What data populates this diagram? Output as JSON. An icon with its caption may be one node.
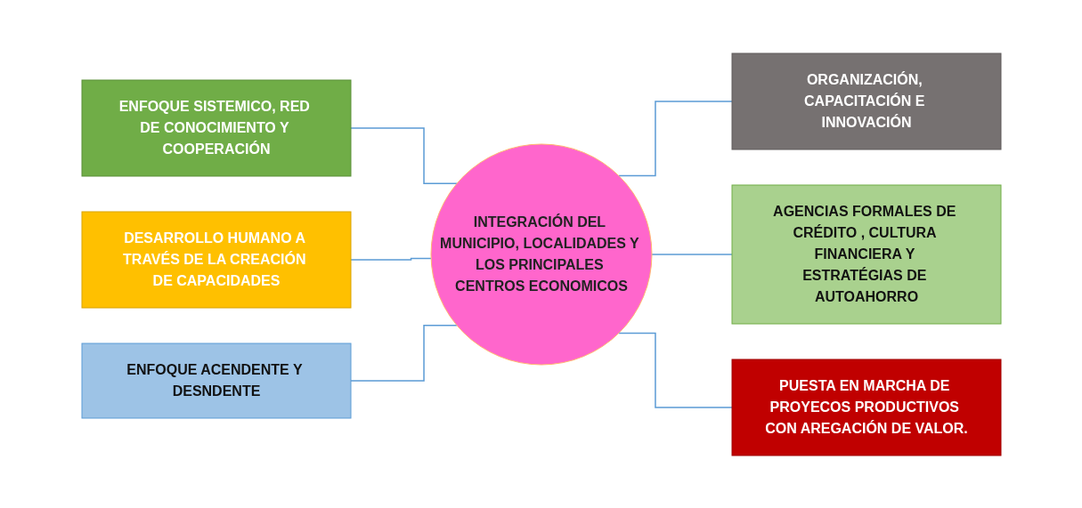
{
  "diagram": {
    "nodes": [
      {
        "text": [
          "ENFOQUE SISTEMICO, RED DE CONOCIMIENTO Y COOPERACIÓN"
        ]
      },
      {
        "text": [
          "ORGANIZACIÓN, CAPACITACIÓN E INNOVACIÓN"
        ]
      },
      {
        "text": [
          "DESARROLLO HUMANO A TRAVÉS DE LA CREACIÓN DE CAPACIDADES"
        ]
      },
      {
        "text": [
          "INTEGRACIÓN DEL MUNICIPIO, LOCALIDADES Y LOS PRINCIPALES CENTROS ECONOMICOS"
        ]
      },
      {
        "text": [
          "AGENCIAS FORMALES DE CRÉDITO , CULTURA FINANCIERA Y ESTRATÉGIAS DE AUTOAHORRO"
        ]
      },
      {
        "text": [
          "ENFOQUE ACENDENTE Y DESNDENTE"
        ]
      },
      {
        "text": [
          "PUESTA EN MARCHA DE PROYECOS PRODUCTIVOS CON AREGACIÓN DE VALOR."
        ]
      }
    ],
    "edges": [
      {
        "from": 0,
        "to": 3,
        "arrow": "none"
      },
      {
        "from": 2,
        "to": 3,
        "arrow": "none"
      },
      {
        "from": 5,
        "to": 3,
        "arrow": "none"
      },
      {
        "from": 3,
        "to": 1,
        "arrow": "none"
      },
      {
        "from": 3,
        "to": 4,
        "arrow": "none"
      },
      {
        "from": 3,
        "to": 6,
        "arrow": "none"
      }
    ]
  }
}
